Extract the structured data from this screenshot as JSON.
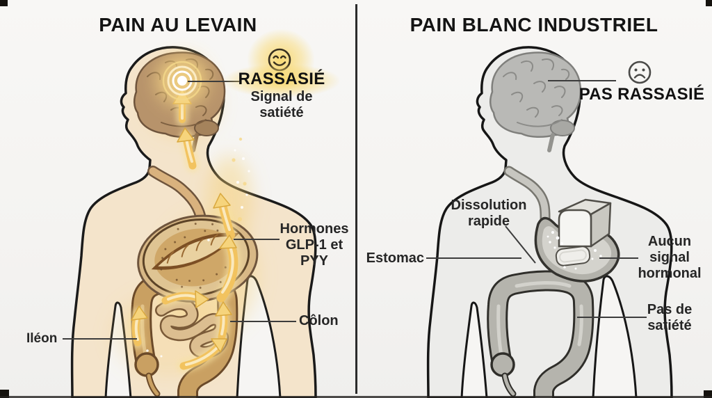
{
  "left": {
    "title": "PAIN AU LEVAIN",
    "face": "happy-face",
    "satiety": {
      "label": "RASSASIÉ",
      "sub": "Signal de satiété"
    },
    "annotations": {
      "hormones": "Hormones GLP-1 et PYY",
      "colon": "Côlon",
      "ileon": "Iléon"
    },
    "bread_type": "sourdough-round-loaf",
    "colors": {
      "skin": "#f4e4cb",
      "brain": "#b7936b",
      "colon": "#c9a062",
      "bread_crust": "#c89a58",
      "arrow_gold": "#f2c35f"
    }
  },
  "right": {
    "title": "PAIN BLANC INDUSTRIEL",
    "face": "sad-face",
    "satiety": {
      "label": "PAS RASSASIÉ"
    },
    "annotations": {
      "dissolution": "Dissolution rapide",
      "estomac": "Estomac",
      "aucun": "Aucun signal hormonal",
      "satiete": "Pas de satiété"
    },
    "bread_type": "white-sandwich-loaf",
    "colors": {
      "skin": "#ececea",
      "brain": "#b9b9b6",
      "organ": "#b5b4ad"
    }
  },
  "style": {
    "background": "#f4f3f1",
    "divider": "#2b2b2b",
    "text": "#262626",
    "highlight": "#f8d86e"
  }
}
